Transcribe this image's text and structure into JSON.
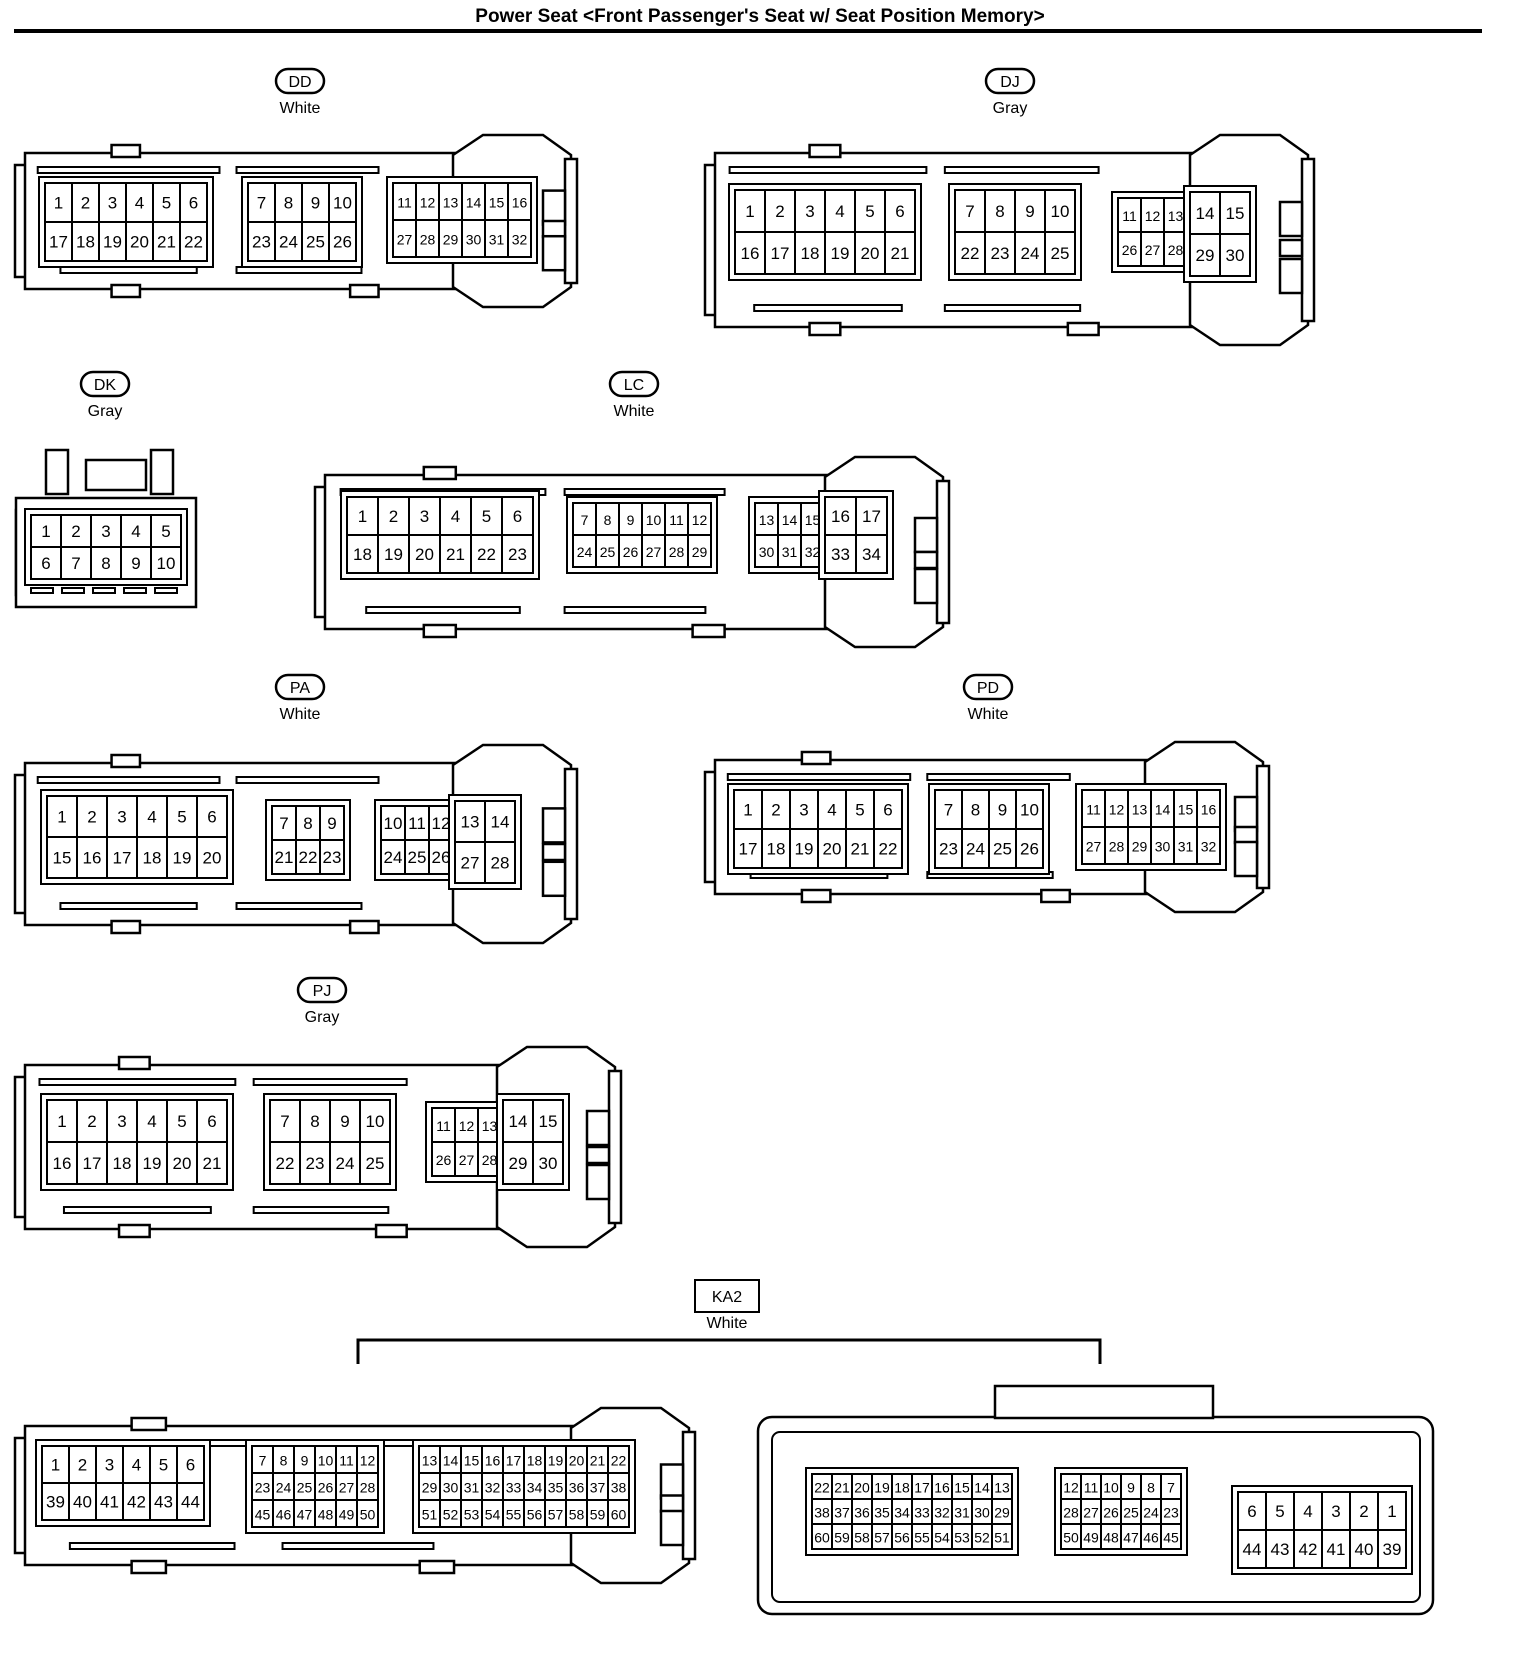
{
  "title": "Power Seat <Front Passenger's Seat w/ Seat Position Memory>",
  "connectors": [
    {
      "code": "DD",
      "color": "White",
      "groups": [
        [
          [
            1,
            2,
            3,
            4,
            5,
            6
          ],
          [
            17,
            18,
            19,
            20,
            21,
            22
          ]
        ],
        [
          [
            7,
            8,
            9,
            10
          ],
          [
            23,
            24,
            25,
            26
          ]
        ],
        [
          [
            11,
            12,
            13,
            14,
            15,
            16
          ],
          [
            27,
            28,
            29,
            30,
            31,
            32
          ]
        ]
      ]
    },
    {
      "code": "DJ",
      "color": "Gray",
      "groups": [
        [
          [
            1,
            2,
            3,
            4,
            5,
            6
          ],
          [
            16,
            17,
            18,
            19,
            20,
            21
          ]
        ],
        [
          [
            7,
            8,
            9,
            10
          ],
          [
            22,
            23,
            24,
            25
          ]
        ],
        [
          [
            11,
            12,
            13
          ],
          [
            26,
            27,
            28
          ]
        ],
        [
          [
            14,
            15
          ],
          [
            29,
            30
          ]
        ]
      ]
    },
    {
      "code": "DK",
      "color": "Gray",
      "groups": [
        [
          [
            1,
            2,
            3,
            4,
            5
          ],
          [
            6,
            7,
            8,
            9,
            10
          ]
        ]
      ]
    },
    {
      "code": "LC",
      "color": "White",
      "groups": [
        [
          [
            1,
            2,
            3,
            4,
            5,
            6
          ],
          [
            18,
            19,
            20,
            21,
            22,
            23
          ]
        ],
        [
          [
            7,
            8,
            9,
            10,
            11,
            12
          ],
          [
            24,
            25,
            26,
            27,
            28,
            29
          ]
        ],
        [
          [
            13,
            14,
            15
          ],
          [
            30,
            31,
            32
          ]
        ],
        [
          [
            16,
            17
          ],
          [
            33,
            34
          ]
        ]
      ]
    },
    {
      "code": "PA",
      "color": "White",
      "groups": [
        [
          [
            1,
            2,
            3,
            4,
            5,
            6
          ],
          [
            15,
            16,
            17,
            18,
            19,
            20
          ]
        ],
        [
          [
            7,
            8,
            9
          ],
          [
            21,
            22,
            23
          ]
        ],
        [
          [
            10,
            11,
            12
          ],
          [
            24,
            25,
            26
          ]
        ],
        [
          [
            13,
            14
          ],
          [
            27,
            28
          ]
        ]
      ]
    },
    {
      "code": "PD",
      "color": "White",
      "groups": [
        [
          [
            1,
            2,
            3,
            4,
            5,
            6
          ],
          [
            17,
            18,
            19,
            20,
            21,
            22
          ]
        ],
        [
          [
            7,
            8,
            9,
            10
          ],
          [
            23,
            24,
            25,
            26
          ]
        ],
        [
          [
            11,
            12,
            13,
            14,
            15,
            16
          ],
          [
            27,
            28,
            29,
            30,
            31,
            32
          ]
        ]
      ]
    },
    {
      "code": "PJ",
      "color": "Gray",
      "groups": [
        [
          [
            1,
            2,
            3,
            4,
            5,
            6
          ],
          [
            16,
            17,
            18,
            19,
            20,
            21
          ]
        ],
        [
          [
            7,
            8,
            9,
            10
          ],
          [
            22,
            23,
            24,
            25
          ]
        ],
        [
          [
            11,
            12,
            13
          ],
          [
            26,
            27,
            28
          ]
        ],
        [
          [
            14,
            15
          ],
          [
            29,
            30
          ]
        ]
      ]
    },
    {
      "code": "KA2",
      "color": "White",
      "groups": [
        [
          [
            1,
            2,
            3,
            4,
            5,
            6
          ],
          [
            39,
            40,
            41,
            42,
            43,
            44
          ]
        ],
        [
          [
            7,
            8,
            9,
            10,
            11,
            12
          ],
          [
            23,
            24,
            25,
            26,
            27,
            28
          ],
          [
            45,
            46,
            47,
            48,
            49,
            50
          ]
        ],
        [
          [
            13,
            14,
            15,
            16,
            17,
            18,
            19,
            20,
            21,
            22
          ],
          [
            29,
            30,
            31,
            32,
            33,
            34,
            35,
            36,
            37,
            38
          ],
          [
            51,
            52,
            53,
            54,
            55,
            56,
            57,
            58,
            59,
            60
          ]
        ]
      ],
      "mirror_groups": [
        [
          [
            22,
            21,
            20,
            19,
            18,
            17,
            16,
            15,
            14,
            13
          ],
          [
            38,
            37,
            36,
            35,
            34,
            33,
            32,
            31,
            30,
            29
          ],
          [
            60,
            59,
            58,
            57,
            56,
            55,
            54,
            53,
            52,
            51
          ]
        ],
        [
          [
            12,
            11,
            10,
            9,
            8,
            7
          ],
          [
            28,
            27,
            26,
            25,
            24,
            23
          ],
          [
            50,
            49,
            48,
            47,
            46,
            45
          ]
        ],
        [
          [
            6,
            5,
            4,
            3,
            2,
            1
          ],
          [
            44,
            43,
            42,
            41,
            40,
            39
          ]
        ]
      ]
    }
  ]
}
